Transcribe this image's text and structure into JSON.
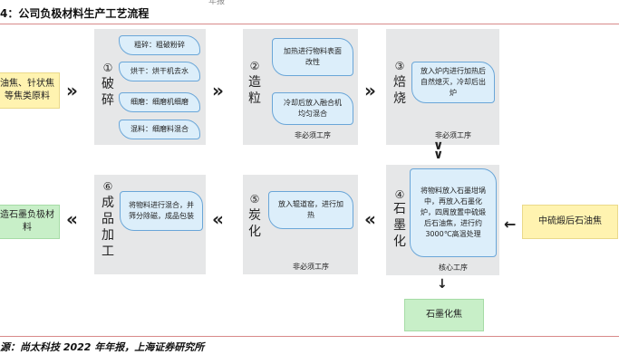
{
  "header": {
    "partial_top": "年报",
    "title": "4：公司负极材料生产工艺流程"
  },
  "inputs": {
    "raw_material": "油焦、针状焦\n等焦类原料",
    "graphitization_input": "中硫煅后石油焦"
  },
  "steps": {
    "crush": {
      "number": "①",
      "label": "破碎",
      "sub": [
        "粗碎：粗破粉碎",
        "烘干：烘干机去水",
        "细磨：细磨机细磨",
        "混料：细磨料混合"
      ]
    },
    "granulate": {
      "number": "②",
      "label": "造粒",
      "sub": [
        "加热进行物料表面\n改性",
        "冷却后放入融合机\n均匀混合"
      ],
      "note": "非必须工序"
    },
    "roast": {
      "number": "③",
      "label": "焙烧",
      "sub": [
        "放入炉内进行加热后\n自然熄灭，冷却后出\n炉"
      ],
      "note": "非必须工序"
    },
    "graphitize": {
      "number": "④",
      "label": "石墨化",
      "sub": [
        "将物料放入石墨坩埚\n中，再放入石墨化\n炉，四周放置中硫煅\n后石油焦，进行约\n3000℃高温处理"
      ],
      "note": "核心工序"
    },
    "carbonize": {
      "number": "⑤",
      "label": "炭化",
      "sub": [
        "放入辊道窑，进行加\n热"
      ],
      "note": "非必须工序"
    },
    "finish": {
      "number": "⑥",
      "label": "成品加工",
      "sub": [
        "将物料进行混合，并\n筛分除磁，成品包装"
      ]
    }
  },
  "outputs": {
    "graphitized_coke": "石墨化焦",
    "product": "造石墨负极材\n料"
  },
  "arrows": {
    "right": "»",
    "left": "«",
    "down": "∨"
  },
  "source": "源：尚太科技 2022 年年报，上海证券研究所"
}
